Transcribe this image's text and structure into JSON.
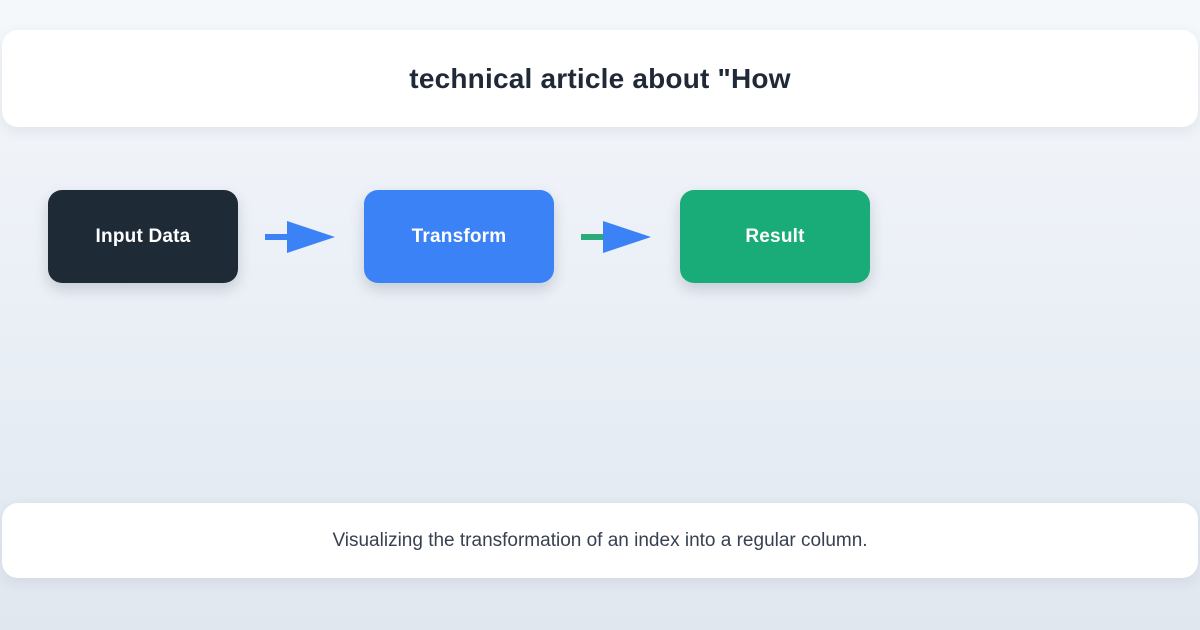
{
  "header": {
    "title": "technical article about \"How"
  },
  "flow": {
    "nodes": [
      {
        "label": "Input Data",
        "bg": "#1f2a37",
        "text_color": "#ffffff"
      },
      {
        "label": "Transform",
        "bg": "#3b82f6",
        "text_color": "#ffffff"
      },
      {
        "label": "Result",
        "bg": "#1aac78",
        "text_color": "#ffffff"
      }
    ],
    "arrows": [
      {
        "line_color": "#3b82f6",
        "head_color": "#3b82f6"
      },
      {
        "line_color": "#2bab7c",
        "head_color": "#3b82f6"
      }
    ]
  },
  "footer": {
    "caption": "Visualizing the transformation of an index into a regular column."
  },
  "colors": {
    "background_top": "#f5f8fb",
    "background_bottom": "#e1e7ef",
    "card_bg": "#ffffff",
    "title_text": "#1f2937",
    "caption_text": "#374151"
  }
}
